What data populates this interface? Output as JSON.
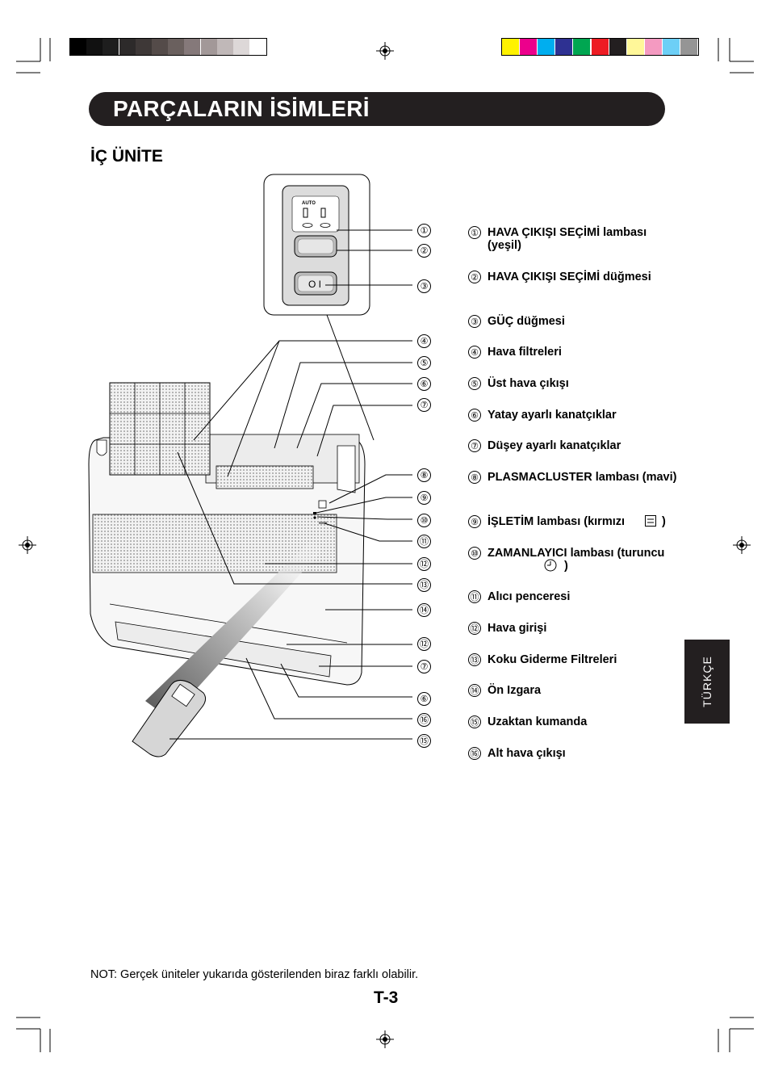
{
  "header": {
    "title": "PARÇALARIN İSİMLERİ",
    "gray_swatches": [
      "#000000",
      "#111111",
      "#1e1e1e",
      "#2d2a2a",
      "#3e3837",
      "#544b49",
      "#6a605e",
      "#85797a",
      "#a29898",
      "#c0b8b8",
      "#ddd8d8",
      "#ffffff"
    ],
    "color_swatches": [
      "#fff200",
      "#ec008c",
      "#00aeef",
      "#2e3192",
      "#00a651",
      "#ed1c24",
      "#231f20",
      "#fff799",
      "#f49ac1",
      "#6dcff6",
      "#959595"
    ]
  },
  "section": {
    "title": "İÇ ÜNİTE"
  },
  "diagram": {
    "panel_auto_label": "AUTO",
    "power_button_label": "O I",
    "callouts": [
      "①",
      "②",
      "③",
      "④",
      "⑤",
      "⑥",
      "⑦",
      "⑧",
      "⑨",
      "⑩",
      "⑪",
      "⑫",
      "⑬",
      "⑭",
      "⑫",
      "⑦",
      "⑥",
      "⑯",
      "⑮"
    ]
  },
  "legend": [
    {
      "num": "①",
      "text": "HAVA ÇIKIŞI SEÇİMİ lambası (yeşil)"
    },
    {
      "num": "②",
      "text": "HAVA ÇIKIŞI SEÇİMİ düğmesi"
    },
    {
      "num": "③",
      "text": "GÜÇ düğmesi"
    },
    {
      "num": "④",
      "text": "Hava filtreleri"
    },
    {
      "num": "⑤",
      "text": "Üst hava çıkışı"
    },
    {
      "num": "⑥",
      "text": "Yatay ayarlı kanatçıklar"
    },
    {
      "num": "⑦",
      "text": "Düşey ayarlı kanatçıklar"
    },
    {
      "num": "⑧",
      "text": "PLASMACLUSTER lambası (mavi)"
    },
    {
      "num": "⑨",
      "text": "İŞLETİM lambası (kırmızı"
    },
    {
      "num": "⑩",
      "text": "ZAMANLAYICI lambası (turuncu"
    },
    {
      "num": "⑪",
      "text": "Alıcı penceresi"
    },
    {
      "num": "⑫",
      "text": "Hava girişi"
    },
    {
      "num": "⑬",
      "text": "Koku Giderme Filtreleri"
    },
    {
      "num": "⑭",
      "text": "Ön Izgara"
    },
    {
      "num": "⑮",
      "text": "Uzaktan kumanda"
    },
    {
      "num": "⑯",
      "text": "Alt hava çıkışı"
    }
  ],
  "side_tab": {
    "label": "TÜRKÇE"
  },
  "footer": {
    "note": "NOT: Gerçek üniteler yukarıda gösterilenden biraz farklı olabilir.",
    "page_number": "T-3"
  }
}
